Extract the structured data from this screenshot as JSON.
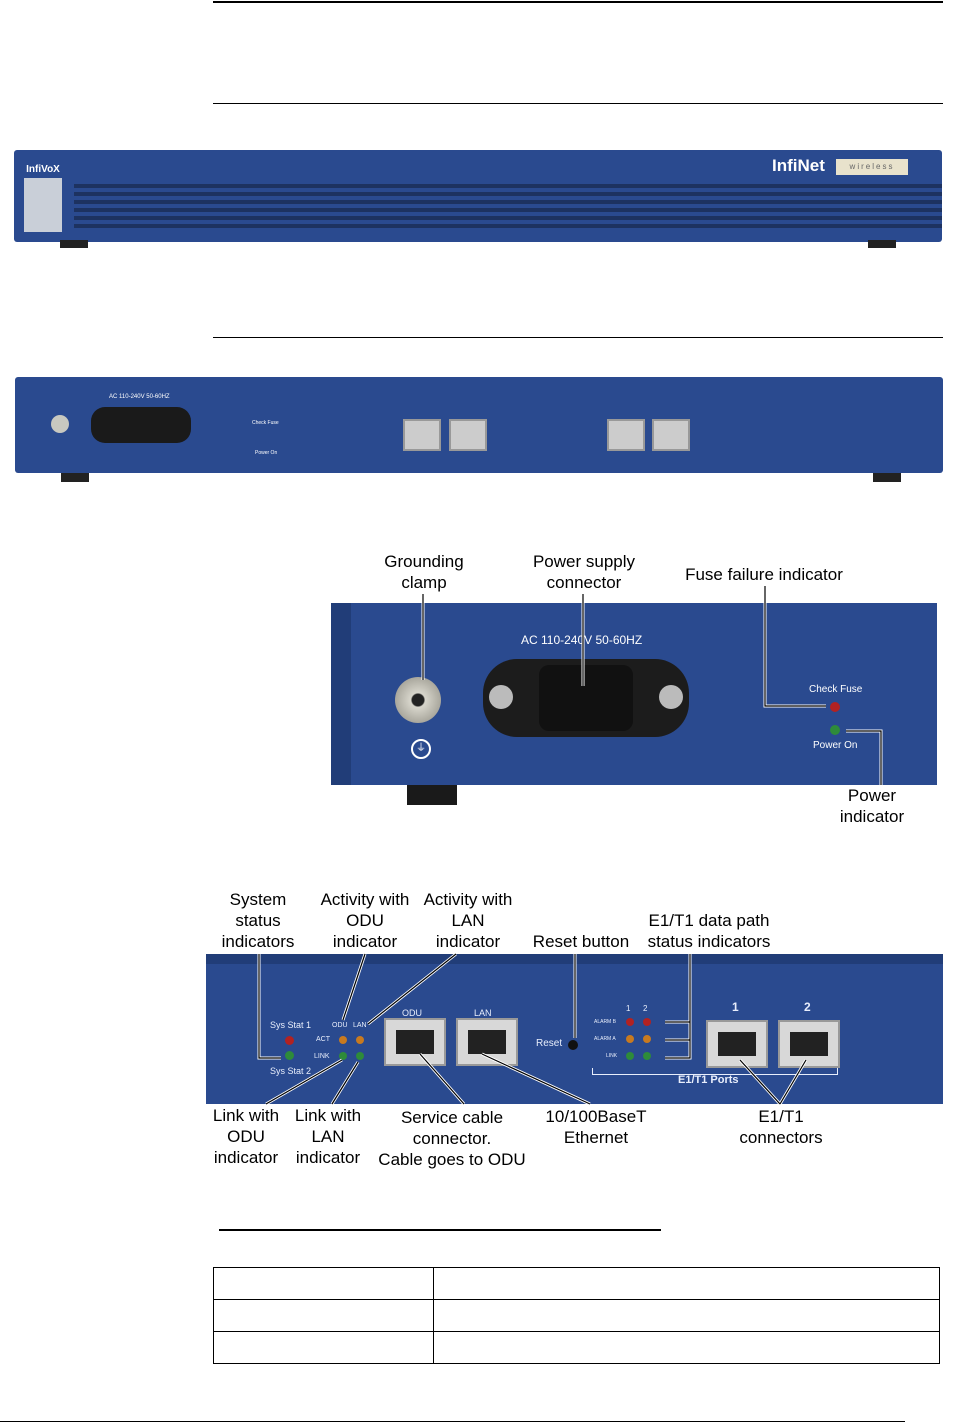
{
  "front_panel": {
    "left_badge": "InfiVoX",
    "brand": "InfiNet",
    "brand_suffix": "wireless"
  },
  "rear_panel": {
    "power_rating": "AC 110-240V 50-60HZ",
    "check_fuse": "Check Fuse",
    "power_on": "Power On",
    "sys_stat_1": "Sys Stat 1",
    "sys_stat_2": "Sys Stat 2",
    "odu": "ODU",
    "lan": "LAN",
    "act": "ACT",
    "link": "LINK",
    "reset": "Reset",
    "alarm_b": "ALARM B",
    "alarm_a": "ALARM A",
    "link_small": "LINK",
    "port_1": "1",
    "port_2": "2",
    "e1t1_ports": "E1/T1 Ports"
  },
  "callouts_power": {
    "grounding": [
      "Grounding",
      "clamp"
    ],
    "power_supply": [
      "Power supply",
      "connector"
    ],
    "fuse_failure": "Fuse failure indicator",
    "power_indicator": [
      "Power",
      "indicator"
    ]
  },
  "callouts_ports": {
    "system_status": [
      "System",
      "status",
      "indicators"
    ],
    "activity_odu": [
      "Activity with",
      "ODU",
      "indicator"
    ],
    "activity_lan": [
      "Activity with",
      "LAN",
      "indicator"
    ],
    "reset_button": "Reset button",
    "e1t1_status": [
      "E1/T1 data path",
      "status indicators"
    ],
    "link_odu": [
      "Link with",
      "ODU",
      "indicator"
    ],
    "link_lan": [
      "Link with",
      "LAN",
      "indicator"
    ],
    "service_cable": [
      "Service cable",
      "connector.",
      "Cable goes to ODU"
    ],
    "ethernet": [
      "10/100BaseT",
      "Ethernet"
    ],
    "e1t1_connectors": [
      "E1/T1",
      "connectors"
    ]
  },
  "colors": {
    "panel": "#2a4a8f",
    "led_red": "#b22222",
    "led_green": "#2e8b3a",
    "led_amber": "#c87a20"
  }
}
